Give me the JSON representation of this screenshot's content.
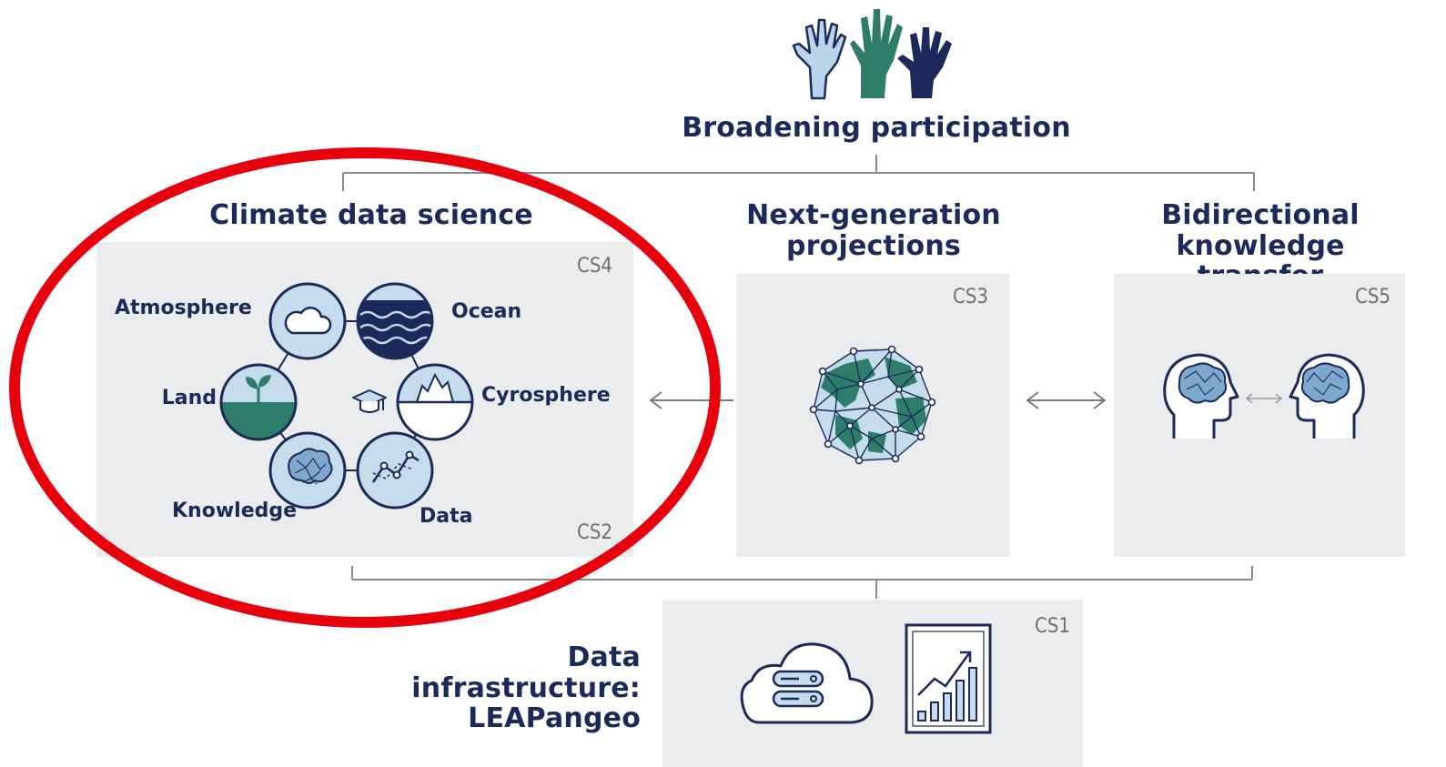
{
  "top": {
    "title": "Broadening participation",
    "icon": "raised-hands-icon"
  },
  "climate_data_science": {
    "title": "Climate data science",
    "tag_top": "CS4",
    "tag_bottom": "CS2",
    "nodes": {
      "atmosphere": "Atmosphere",
      "ocean": "Ocean",
      "cyrosphere": "Cyrosphere",
      "data": "Data",
      "knowledge": "Knowledge",
      "land": "Land"
    },
    "center_icon": "graduation-cap-icon"
  },
  "projections": {
    "title_line1": "Next-generation",
    "title_line2": "projections",
    "tag": "CS3",
    "icon": "network-globe-icon"
  },
  "knowledge_transfer": {
    "title_line1": "Bidirectional knowledge",
    "title_line2": "transfer",
    "tag": "CS5",
    "icon": "two-heads-icon"
  },
  "infrastructure": {
    "title_line1": "Data infrastructure:",
    "title_line2": "LEAPangeo",
    "tag": "CS1",
    "icons": [
      "cloud-server-icon",
      "growth-chart-icon"
    ]
  },
  "colors": {
    "navy": "#1b2a5a",
    "green": "#2e7d6a",
    "light_blue": "#c5dcec",
    "panel": "#ebeced",
    "highlight": "#e8000d"
  }
}
